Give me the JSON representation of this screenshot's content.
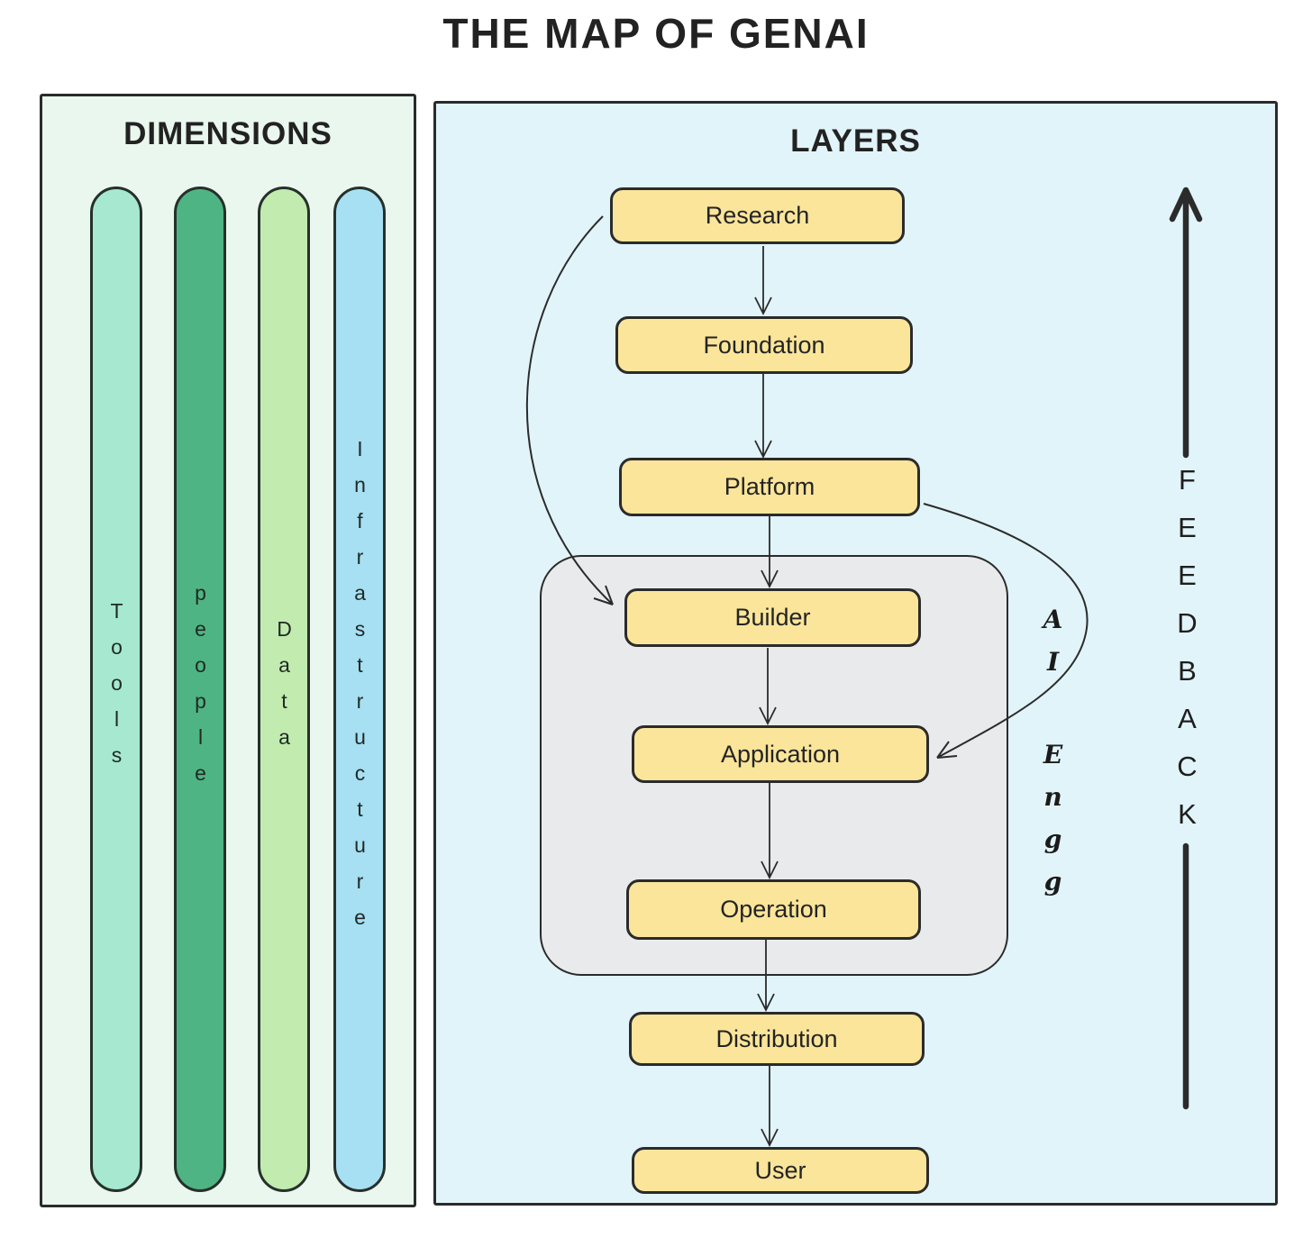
{
  "title": "THE MAP OF GENAI",
  "dimensions_panel": {
    "header": "DIMENSIONS",
    "bg": "#eaf7ef",
    "pills": [
      {
        "label": "Tools",
        "color": "#a6e8d0"
      },
      {
        "label": "people",
        "color": "#4fb483"
      },
      {
        "label": "Data",
        "color": "#c1ebaf"
      },
      {
        "label": "Infrastructure",
        "color": "#a7dff3"
      }
    ]
  },
  "layers_panel": {
    "header": "LAYERS",
    "bg": "#e1f4f9",
    "box_fill": "#fae59a",
    "boxes": [
      "Research",
      "Foundation",
      "Platform",
      "Builder",
      "Application",
      "Operation",
      "Distribution",
      "User"
    ],
    "group": {
      "fill": "#e9eaeb",
      "label": "AI Engg",
      "label_line1": "AI",
      "label_line2": "Engg"
    },
    "feedback_label": "FEEDBACK",
    "arrow_color": "#2b2b2b"
  }
}
